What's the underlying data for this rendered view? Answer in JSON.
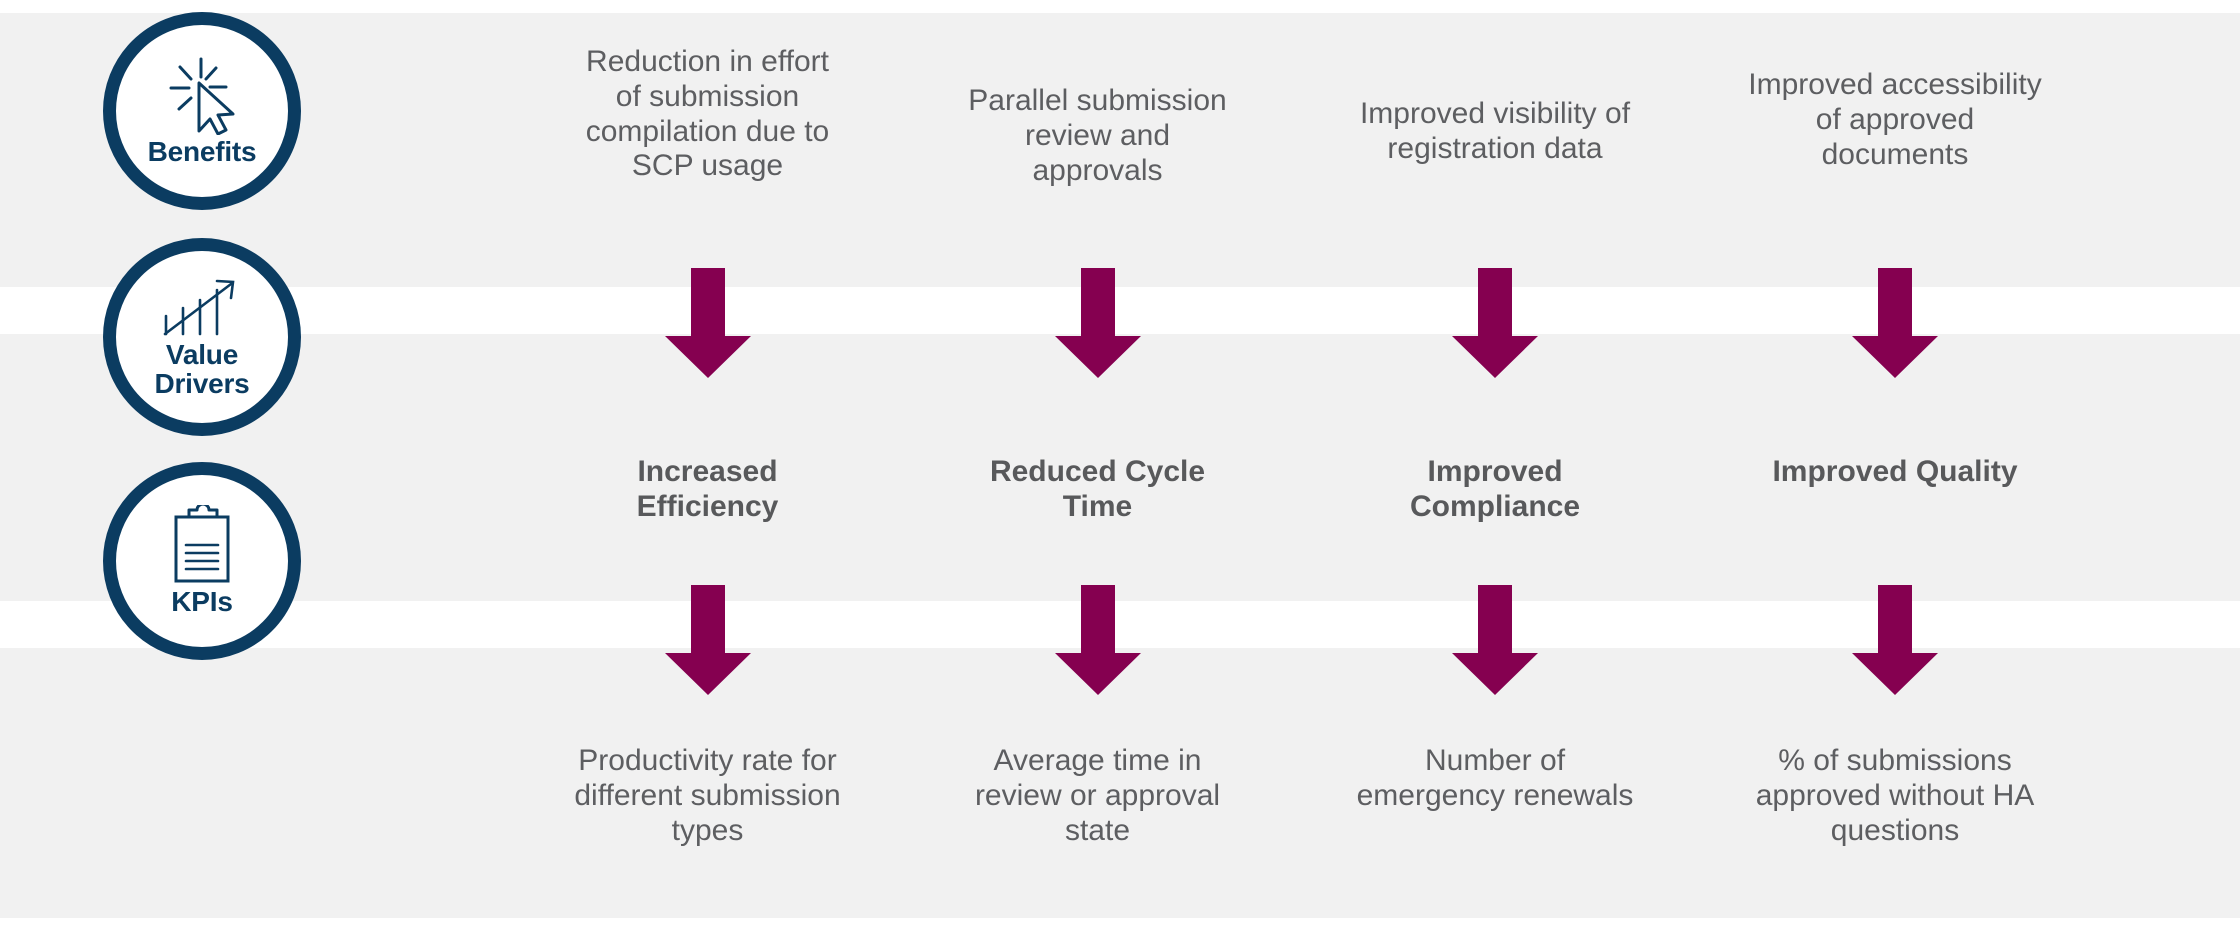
{
  "theme": {
    "band_bg": "#f1f1f1",
    "page_bg": "#ffffff",
    "circle_stroke": "#0b3c61",
    "circle_fill": "#ffffff",
    "arrow_color": "#850050",
    "body_text": "#5d5e61",
    "emphasis_text": "#58595b"
  },
  "rows": [
    {
      "id": "benefits",
      "circle": {
        "label": "Benefits",
        "icon": "cursor-click-icon"
      }
    },
    {
      "id": "value-drivers",
      "circle": {
        "label_line1": "Value",
        "label_line2": "Drivers",
        "icon": "bar-chart-growth-icon"
      }
    },
    {
      "id": "kpis",
      "circle": {
        "label": "KPIs",
        "icon": "clipboard-icon"
      }
    }
  ],
  "benefits": [
    "Reduction in effort of submission compilation due to SCP usage",
    "Parallel submission review and approvals",
    "Improved visibility of registration data",
    "Improved accessibility of approved documents"
  ],
  "value_drivers": [
    "Increased Efficiency",
    "Reduced Cycle Time",
    "Improved Compliance",
    "Improved Quality"
  ],
  "kpis": [
    "Productivity rate for different submission types",
    "Average time in review or approval state",
    "Number of emergency renewals",
    "% of submissions approved without HA questions"
  ],
  "arrows": {
    "icon": "arrow-down-icon",
    "row_benefits_to_drivers": [
      "arrow-down-icon",
      "arrow-down-icon",
      "arrow-down-icon",
      "arrow-down-icon"
    ],
    "row_drivers_to_kpis": [
      "arrow-down-icon",
      "arrow-down-icon",
      "arrow-down-icon",
      "arrow-down-icon"
    ]
  }
}
